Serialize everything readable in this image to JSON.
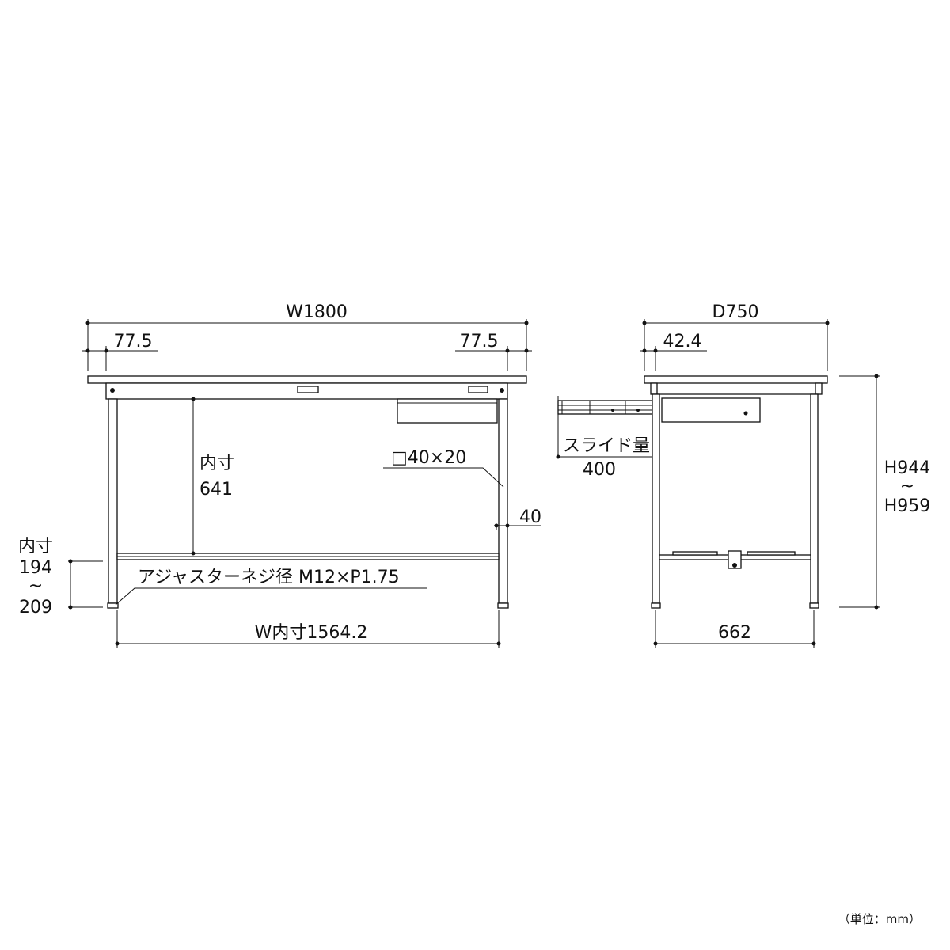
{
  "front_view": {
    "width_total": "W1800",
    "offset_left": "77.5",
    "offset_right": "77.5",
    "inner_height_label": "内寸",
    "inner_height_value": "641",
    "pipe_size": "□40×20",
    "rail_height": "40",
    "adjuster_label": "アジャスターネジ径 M12×P1.75",
    "lower_inner_label": "内寸",
    "lower_inner_min": "194",
    "lower_inner_tilde": "~",
    "lower_inner_max": "209",
    "inner_width": "W内寸1564.2"
  },
  "side_view": {
    "depth_total": "D750",
    "offset": "42.4",
    "slide_label": "スライド量",
    "slide_value": "400",
    "height_min": "H944",
    "height_tilde": "~",
    "height_max": "H959",
    "leg_span": "662"
  },
  "unit_note": "（単位：mm）"
}
